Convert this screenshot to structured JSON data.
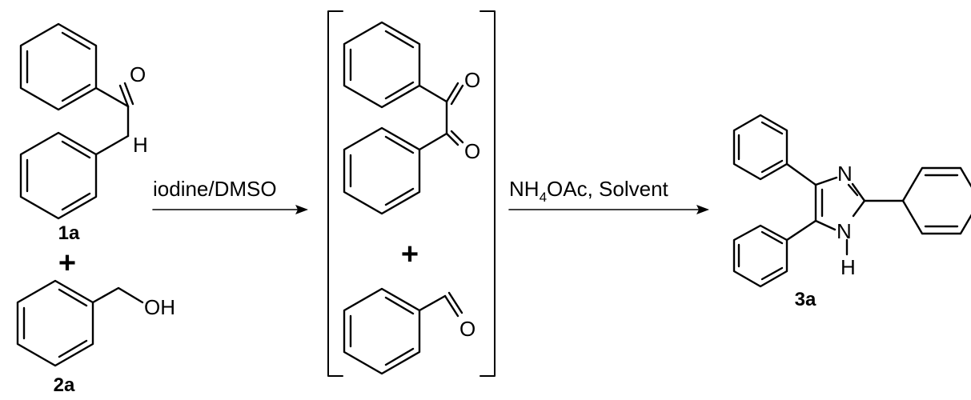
{
  "compounds": {
    "deoxybenzoin": {
      "label": "1a",
      "atom_o": "O",
      "atom_h": "H"
    },
    "benzyl_alcohol": {
      "label": "2a",
      "atom_oh": "OH"
    },
    "benzil": {
      "atom_o1": "O",
      "atom_o2": "O"
    },
    "benzaldehyde": {
      "atom_o": "O"
    },
    "imidazole": {
      "label": "3a",
      "atom_n": "N",
      "atom_nh_n": "N",
      "atom_nh_h": "H"
    }
  },
  "plus_sign": "+",
  "step1": {
    "reagents": "iodine/DMSO"
  },
  "step2": {
    "reagent_main": "NH",
    "reagent_sub": "4",
    "reagent_rest": "OAc, Solvent"
  }
}
